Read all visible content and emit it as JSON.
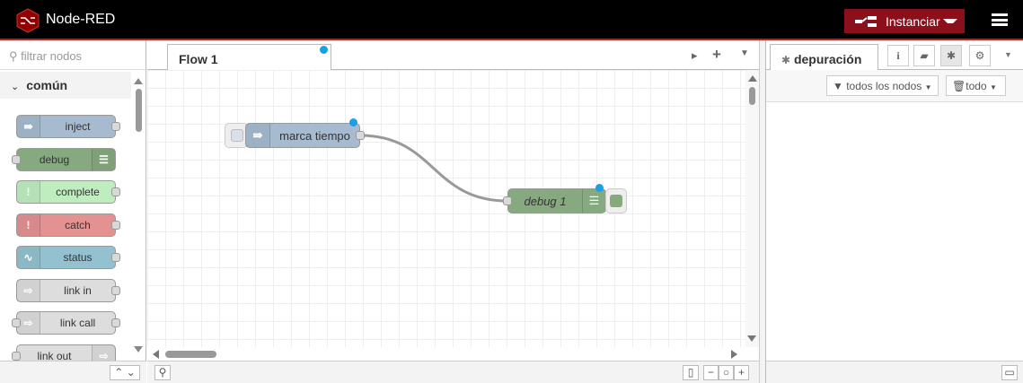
{
  "header": {
    "title": "Node-RED",
    "deploy_label": "Instanciar"
  },
  "palette": {
    "search_placeholder": "filtrar nodos",
    "category": "común",
    "nodes": [
      {
        "label": "inject",
        "color": "#a6bbcf",
        "icon": "arrow-icon"
      },
      {
        "label": "debug",
        "color": "#87a980",
        "icon": "list-icon"
      },
      {
        "label": "complete",
        "color": "#c0edc0",
        "icon": "exclamation-icon"
      },
      {
        "label": "catch",
        "color": "#e49191",
        "icon": "exclamation-icon"
      },
      {
        "label": "status",
        "color": "#94c1d0",
        "icon": "pulse-icon"
      },
      {
        "label": "link in",
        "color": "#dddddd",
        "icon": "link-icon"
      },
      {
        "label": "link call",
        "color": "#dddddd",
        "icon": "link-icon"
      },
      {
        "label": "link out",
        "color": "#dddddd",
        "icon": "link-icon"
      }
    ]
  },
  "workspace": {
    "tab": "Flow 1",
    "nodes": [
      {
        "label": "marca tiempo",
        "color": "#a6bbcf"
      },
      {
        "label": "debug 1",
        "color": "#87a980"
      }
    ]
  },
  "sidebar": {
    "tab": "depuración",
    "filter": "todos los nodos",
    "clear": "todo"
  },
  "colors": {
    "accent": "#8c101c",
    "changed": "#1aa0e6"
  }
}
